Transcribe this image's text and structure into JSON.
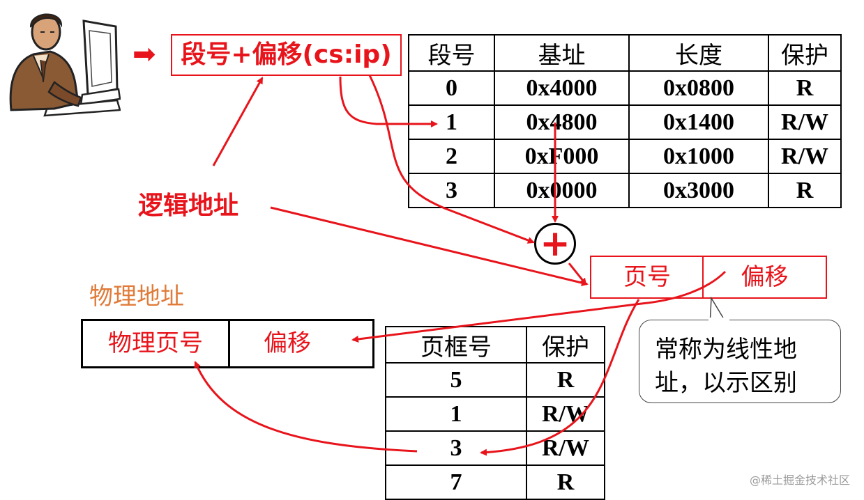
{
  "logical_expr": "段号+偏移(cs:ip)",
  "segment_table": {
    "headers": [
      "段号",
      "基址",
      "长度",
      "保护"
    ],
    "rows": [
      [
        "0",
        "0x4000",
        "0x0800",
        "R"
      ],
      [
        "1",
        "0x4800",
        "0x1400",
        "R/W"
      ],
      [
        "2",
        "0xF000",
        "0x1000",
        "R/W"
      ],
      [
        "3",
        "0x0000",
        "0x3000",
        "R"
      ]
    ]
  },
  "logical_address_label": "逻辑地址",
  "plus_symbol": "+",
  "linear_box": {
    "page_label": "页号",
    "offset_label": "偏移"
  },
  "bubble_text": {
    "line1": "常称为线性地",
    "line2": "址，以示区别"
  },
  "physical_address_label": "物理地址",
  "physical_box": {
    "page_label": "物理页号",
    "offset_label": "偏移"
  },
  "page_table": {
    "headers": [
      "页框号",
      "保护"
    ],
    "rows": [
      [
        "5",
        "R"
      ],
      [
        "1",
        "R/W"
      ],
      [
        "3",
        "R/W"
      ],
      [
        "7",
        "R"
      ]
    ]
  },
  "watermark": "@稀土掘金技术社区",
  "colors": {
    "accent_red": "#e8141b",
    "orange_label": "#e07b39"
  }
}
